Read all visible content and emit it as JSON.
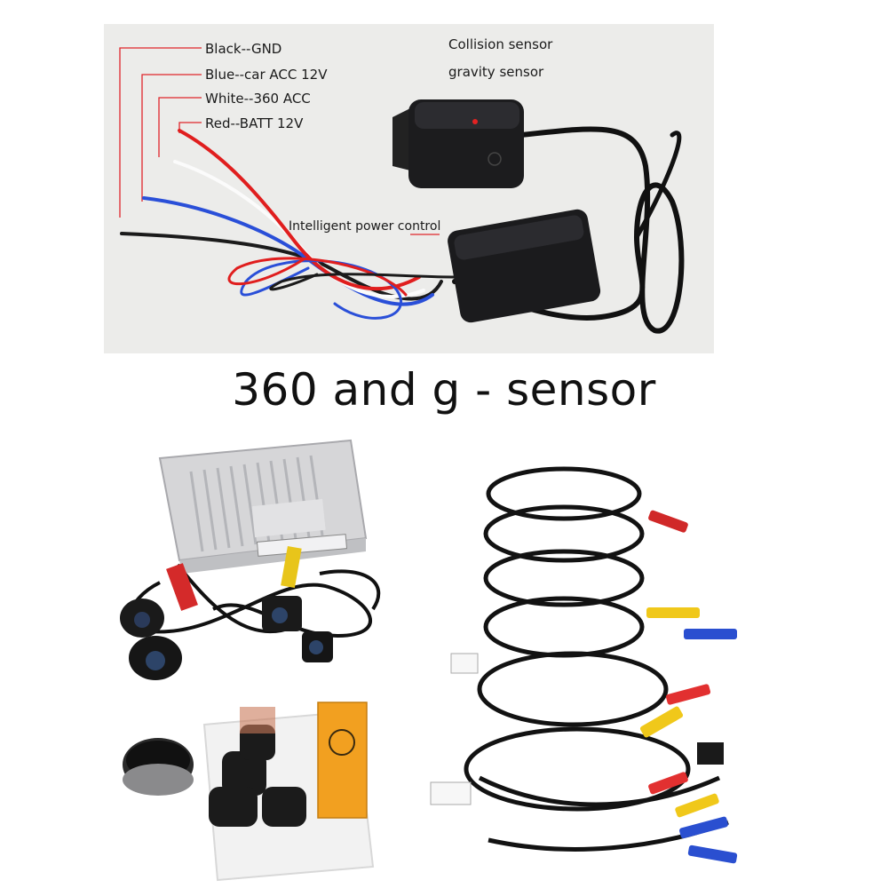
{
  "top_photo": {
    "wire_labels": [
      {
        "text": "Black--GND",
        "color": "#1b1b1b"
      },
      {
        "text": "Blue--car ACC 12V",
        "color": "#2a4fd8"
      },
      {
        "text": "White--360 ACC",
        "color": "#f2f2f2"
      },
      {
        "text": "Red--BATT 12V",
        "color": "#e01e1e"
      }
    ],
    "sensor_labels": [
      "Collision sensor",
      "gravity sensor"
    ],
    "module_label": "Intelligent power control",
    "leader_color": "#e0252b"
  },
  "caption": "360  and g - sensor",
  "bottom_photo": {
    "items": [
      "ecu-box",
      "camera-set",
      "accessory-bag",
      "orange-box",
      "cable-bundle"
    ]
  }
}
